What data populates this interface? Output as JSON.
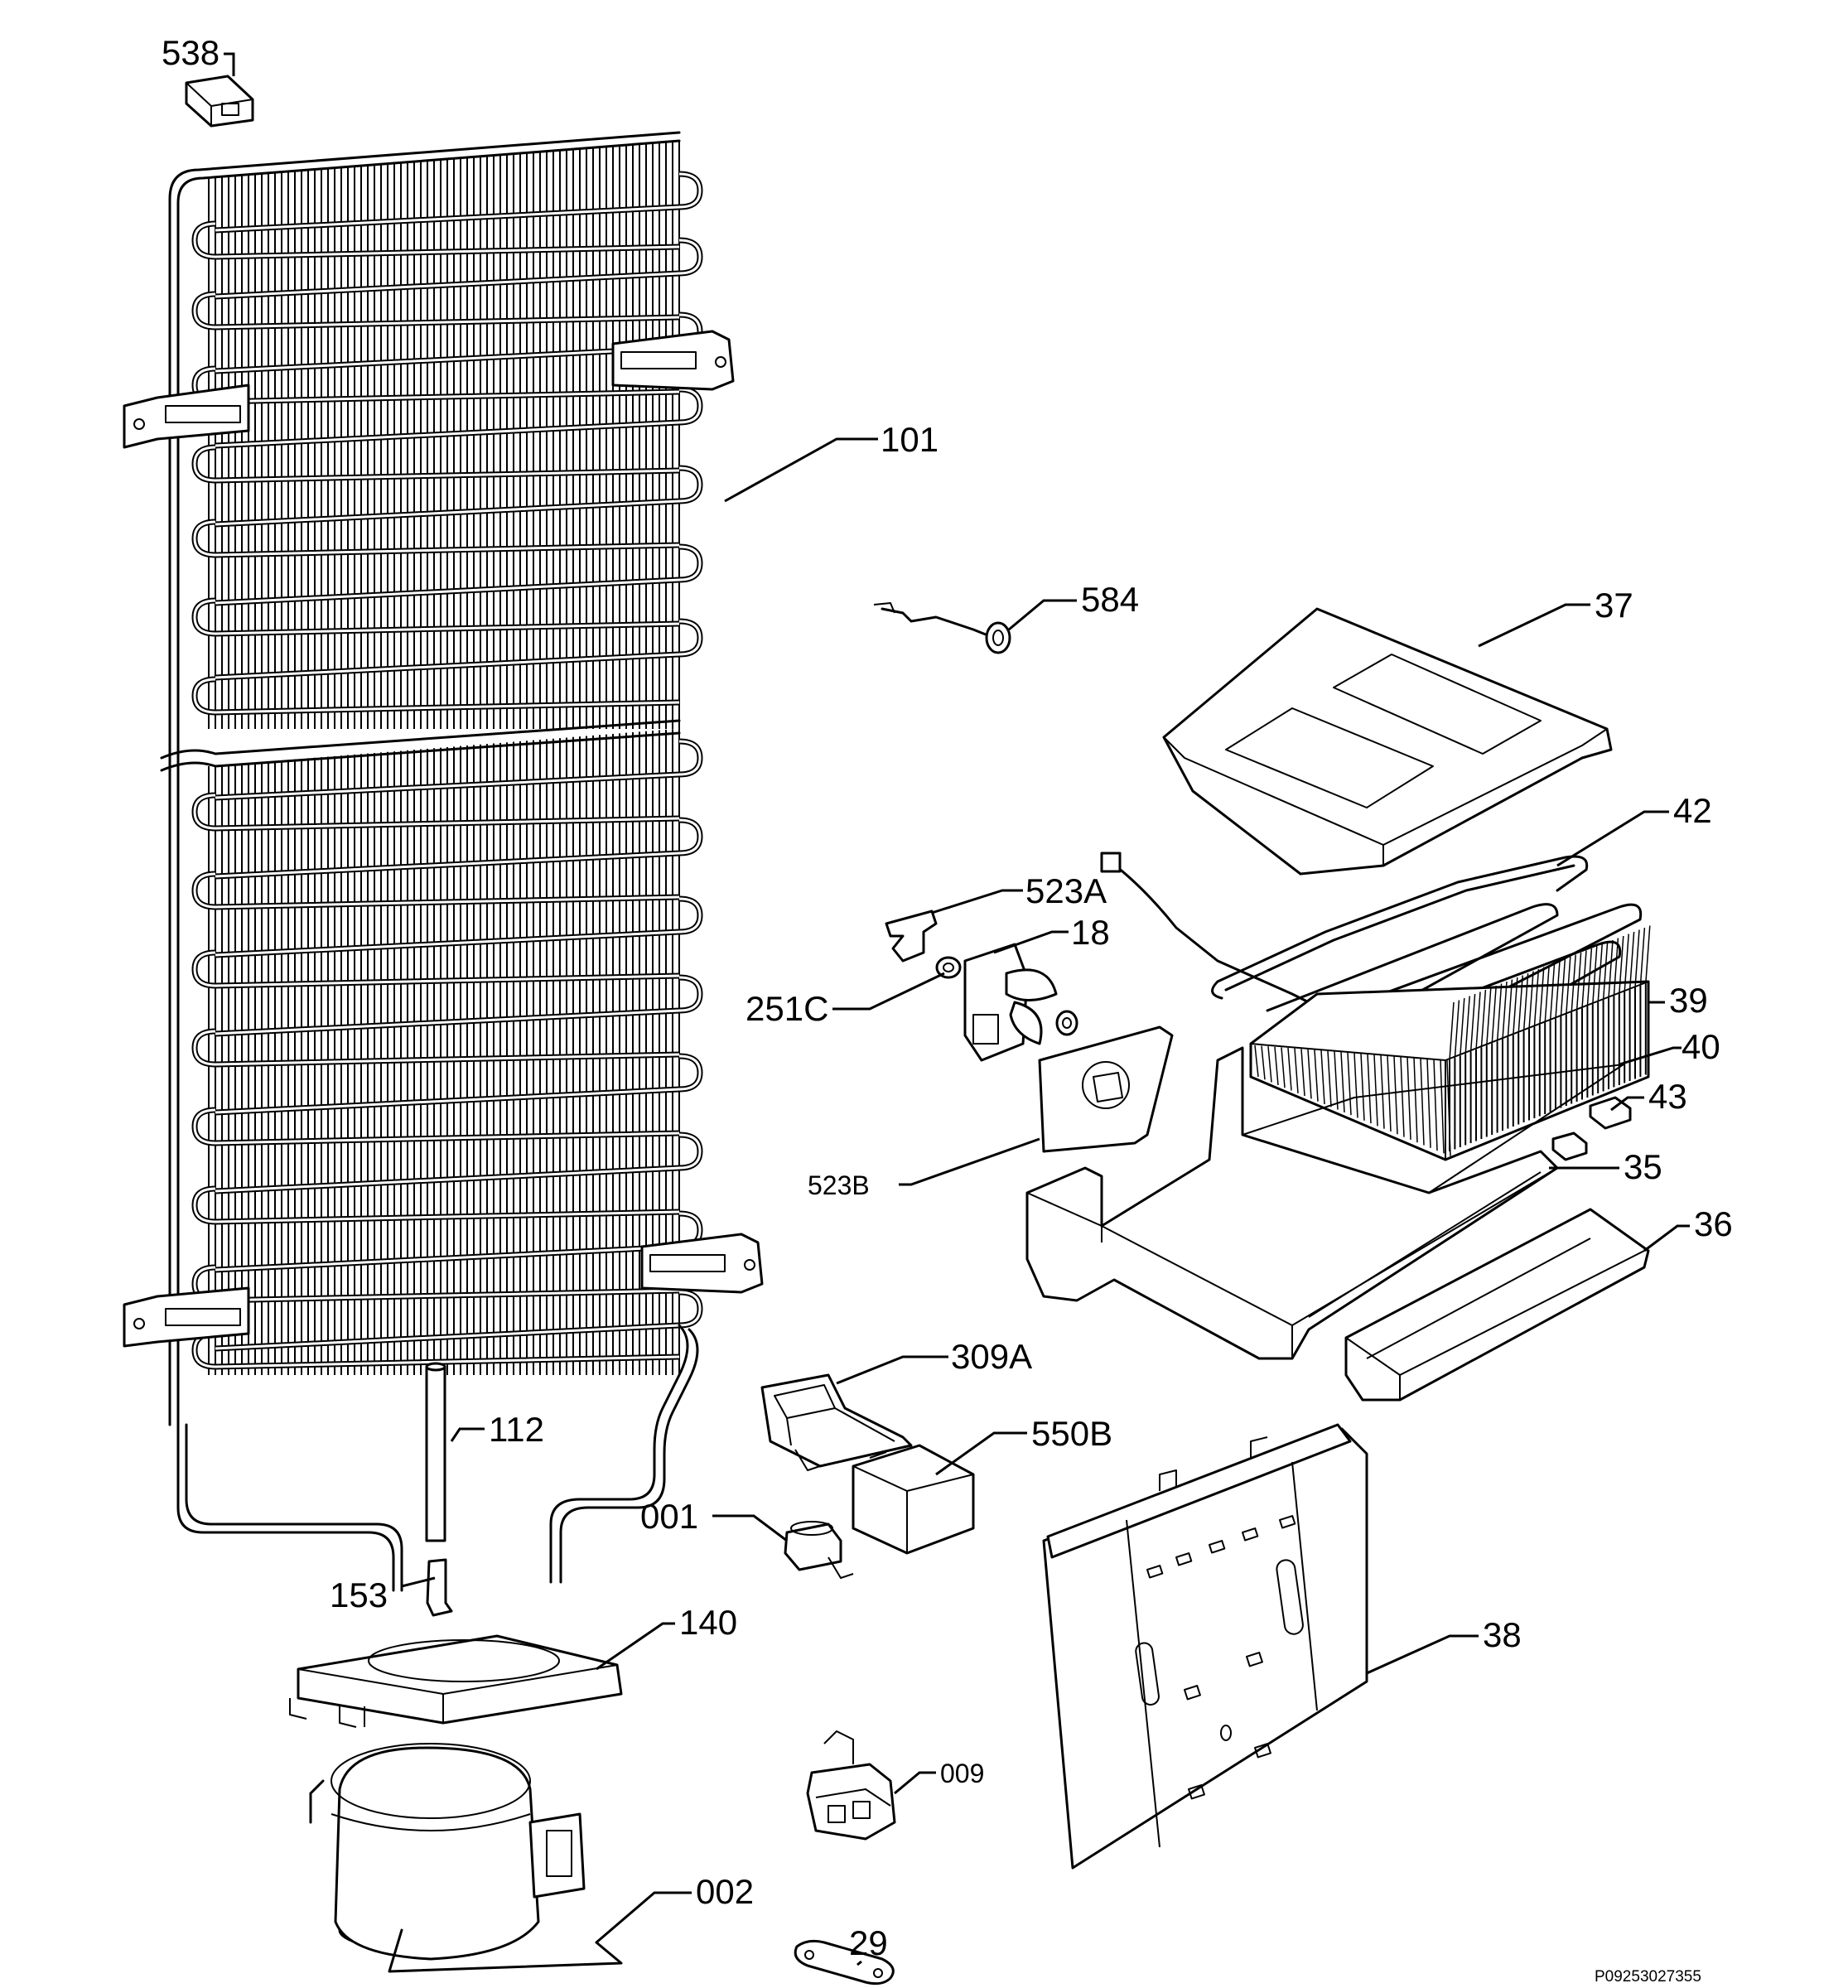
{
  "diagram": {
    "labels": {
      "p538": "538",
      "p101": "101",
      "p584": "584",
      "p37": "37",
      "p42": "42",
      "p523a": "523A",
      "p18": "18",
      "p251c": "251C",
      "p39": "39",
      "p40": "40",
      "p43": "43",
      "p523b": "523B",
      "p35": "35",
      "p36": "36",
      "p309a": "309A",
      "p112": "112",
      "p550b": "550B",
      "p001": "001",
      "p153": "153",
      "p140": "140",
      "p38": "38",
      "p009": "009",
      "p002": "002",
      "p29": "29"
    },
    "drawing_code": "P09253027355"
  }
}
